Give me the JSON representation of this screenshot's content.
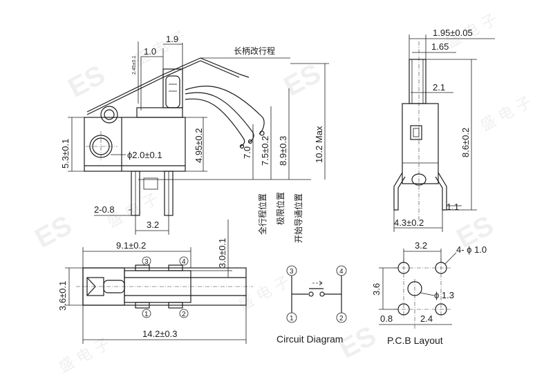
{
  "watermark": {
    "logo": "ES",
    "chinese": "盛 电 子"
  },
  "side_view": {
    "dim_top_short": "1.9",
    "dim_left_top": "1.0",
    "dim_tiny": "2.45±0.1",
    "lever_note": "长柄改行程",
    "dim_height_left": "5.3±0.1",
    "dim_hole": "ϕ2.0±0.1",
    "dim_495": "4.95±0.2",
    "dim_70": "7.0",
    "dim_75": "7.5±0.2",
    "dim_89": "8.9±0.3",
    "dim_102": "10.2 Max",
    "pos_full": "全行程位置",
    "pos_limit": "极限位置",
    "pos_conduct": "开始导通位置",
    "dim_pin_gap": "2-0.8",
    "dim_pin_pitch": "3.2"
  },
  "end_view": {
    "dim_top": "1.95±0.05",
    "dim_second": "1.65",
    "dim_width_mid": "2.1",
    "dim_height": "8.6±0.2",
    "dim_pin": "1.1",
    "dim_width": "4.3±0.2"
  },
  "top_view": {
    "dim_91": "9.1±0.2",
    "dim_30": "3.0±0.1",
    "dim_36": "3.6±0.1",
    "dim_142": "14.2±0.3",
    "pins": [
      "3",
      "4",
      "1",
      "2"
    ]
  },
  "circuit": {
    "title": "Circuit Diagram",
    "pins": [
      "3",
      "4",
      "1",
      "2"
    ]
  },
  "pcb": {
    "title": "P.C.B Layout",
    "dim_32": "3.2",
    "dim_hole4": "4- ϕ 1.0",
    "dim_36": "3.6",
    "dim_hole_center": "ϕ 1.3",
    "dim_08": "0.8",
    "dim_24": "2.4"
  }
}
